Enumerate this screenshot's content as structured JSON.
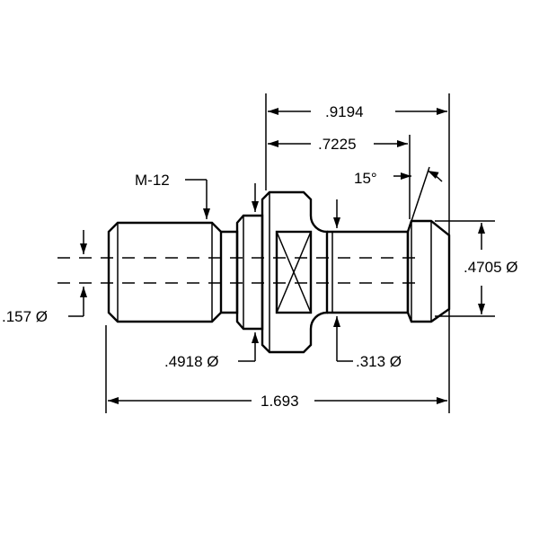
{
  "labels": {
    "overall_length": "1.693",
    "length_9194": ".9194",
    "length_7225": ".7225",
    "angle": "15°",
    "thread": "M-12",
    "dia_157": ".157 Ø",
    "dia_4918": ".4918 Ø",
    "dia_313": ".313 Ø",
    "dia_4705": ".4705 Ø"
  },
  "colors": {
    "line": "#000000",
    "background": "#ffffff"
  }
}
